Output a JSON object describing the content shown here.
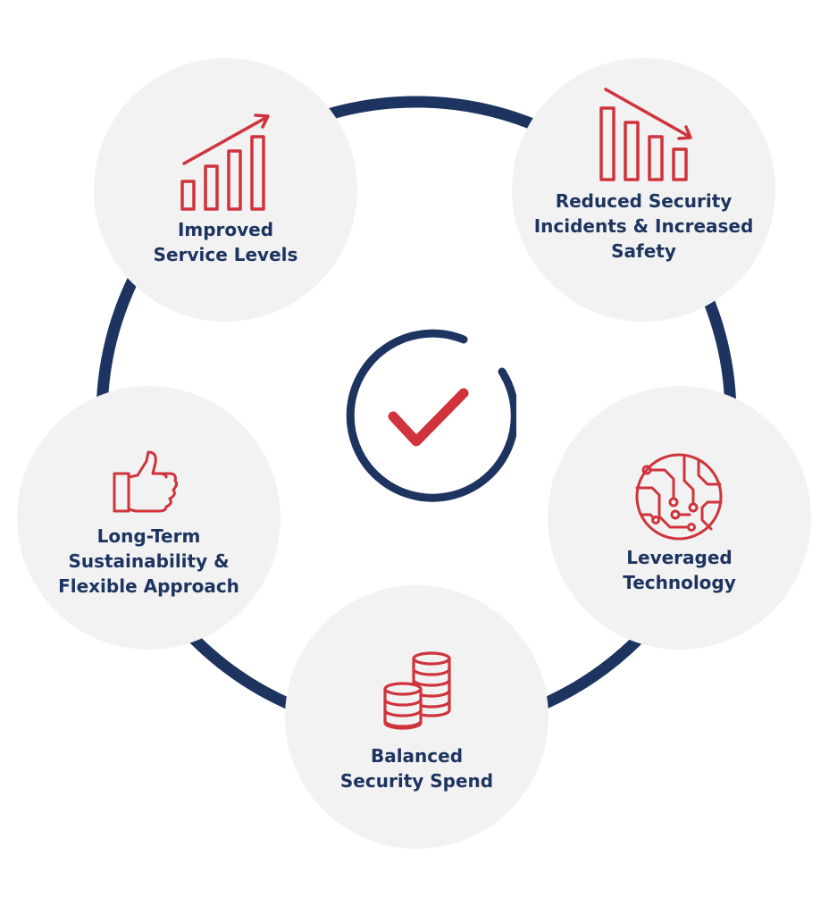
{
  "colors": {
    "navy": "#1d3461",
    "red": "#d0333b",
    "circle_fill": "#f2f2f2"
  },
  "center": {
    "icon": "checkmark-icon"
  },
  "nodes": [
    {
      "id": "improved-service-levels",
      "icon": "bar-chart-up-icon",
      "lines": [
        "Improved",
        "Service Levels"
      ]
    },
    {
      "id": "reduced-security-incidents",
      "icon": "bar-chart-down-icon",
      "lines": [
        "Reduced Security",
        "Incidents & Increased",
        "Safety"
      ]
    },
    {
      "id": "leveraged-technology",
      "icon": "circuit-icon",
      "lines": [
        "Leveraged",
        "Technology"
      ]
    },
    {
      "id": "balanced-security-spend",
      "icon": "coins-icon",
      "lines": [
        "Balanced",
        "Security Spend"
      ]
    },
    {
      "id": "long-term-sustainability",
      "icon": "thumbs-up-icon",
      "lines": [
        "Long-Term",
        "Sustainability &",
        "Flexible Approach"
      ]
    }
  ]
}
